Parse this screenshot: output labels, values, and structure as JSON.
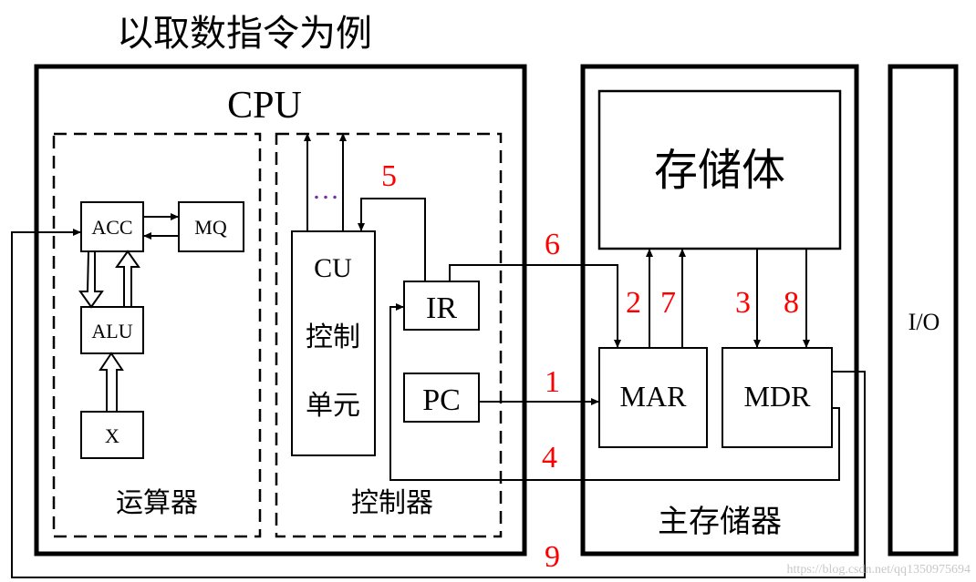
{
  "title": "以取数指令为例",
  "cpu": {
    "label": "CPU",
    "alu_group": {
      "label": "运算器",
      "acc": "ACC",
      "mq": "MQ",
      "alu": "ALU",
      "x": "X"
    },
    "control_group": {
      "label": "控制器",
      "cu_line1": "CU",
      "cu_line2": "控制",
      "cu_line3": "单元",
      "dots": "…",
      "ir": "IR",
      "pc": "PC"
    }
  },
  "memory": {
    "label": "主存储器",
    "storage": "存储体",
    "mar": "MAR",
    "mdr": "MDR"
  },
  "io": {
    "label": "I/O"
  },
  "steps": [
    "1",
    "2",
    "3",
    "4",
    "5",
    "6",
    "7",
    "8",
    "9"
  ],
  "watermark": "https://blog.csdn.net/qq1350975694",
  "colors": {
    "step": "#ff0000",
    "dots": "#7030a0",
    "line": "#000000"
  }
}
